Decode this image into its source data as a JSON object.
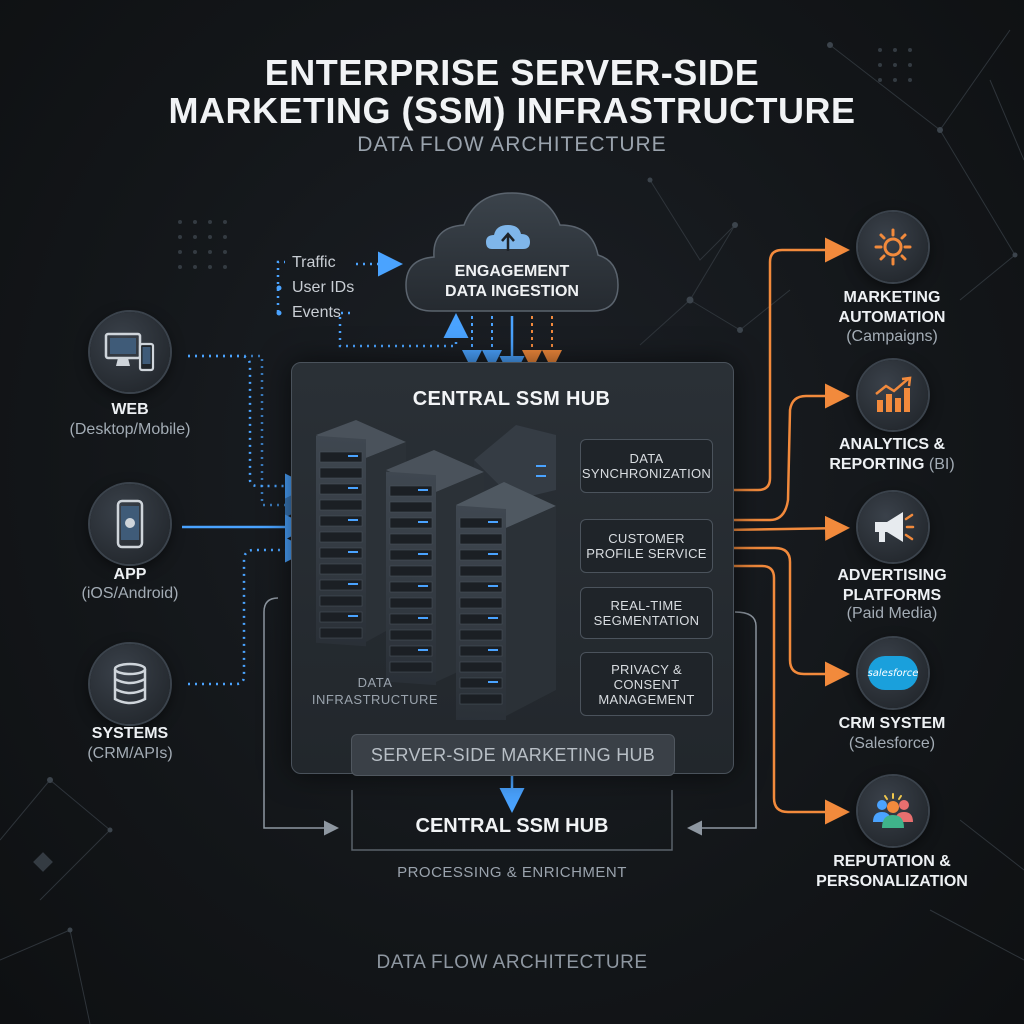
{
  "title": {
    "line1": "ENTERPRISE SERVER-SIDE",
    "line2": "MARKETING (SSM) INFRASTRUCTURE",
    "subtitle": "DATA FLOW ARCHITECTURE"
  },
  "sources": [
    {
      "label": "WEB",
      "sub": "(Desktop/Mobile)",
      "icon": "desktop-mobile-icon"
    },
    {
      "label": "APP",
      "sub": "(iOS/Android)",
      "icon": "smartphone-icon"
    },
    {
      "label": "SYSTEMS",
      "sub": "(CRM/APIs)",
      "icon": "database-icon"
    }
  ],
  "signals": [
    "Traffic",
    "User IDs",
    "Events"
  ],
  "ingestion": {
    "line1": "ENGAGEMENT",
    "line2": "DATA INGESTION",
    "icon": "cloud-upload-icon"
  },
  "hub": {
    "title": "CENTRAL SSM HUB",
    "infra_line1": "DATA",
    "infra_line2": "INFRASTRUCTURE",
    "footer": "SERVER-SIDE MARKETING HUB",
    "services": [
      {
        "line1": "DATA",
        "line2": "SYNCHRONIZATION"
      },
      {
        "line1": "CUSTOMER",
        "line2": "PROFILE SERVICE"
      },
      {
        "line1": "REAL-TIME",
        "line2": "SEGMENTATION"
      },
      {
        "line1": "PRIVACY &",
        "line2": "CONSENT",
        "line3": "MANAGEMENT"
      }
    ]
  },
  "processing_hub": {
    "title": "CENTRAL SSM HUB",
    "caption": "PROCESSING & ENRICHMENT"
  },
  "destinations": [
    {
      "line1": "MARKETING",
      "line2": "AUTOMATION",
      "sub": "(Campaigns)",
      "icon": "gear-icon"
    },
    {
      "line1": "ANALYTICS &",
      "line2": "REPORTING",
      "line2_suffix": "(BI)",
      "icon": "bar-chart-icon"
    },
    {
      "line1": "ADVERTISING",
      "line2": "PLATFORMS",
      "sub": "(Paid Media)",
      "icon": "megaphone-icon"
    },
    {
      "line1": "CRM SYSTEM",
      "sub": "(Salesforce)",
      "icon": "salesforce-logo-icon",
      "logo_text": "salesforce"
    },
    {
      "line1": "REPUTATION &",
      "line2": "PERSONALIZATION",
      "icon": "people-group-icon"
    }
  ],
  "footer": "DATA FLOW ARCHITECTURE",
  "colors": {
    "background": "#15181b",
    "source_flow": "#4aa3ff",
    "destination_flow": "#f28a3c",
    "panel": "#262b31",
    "salesforce": "#1aa0dc"
  }
}
